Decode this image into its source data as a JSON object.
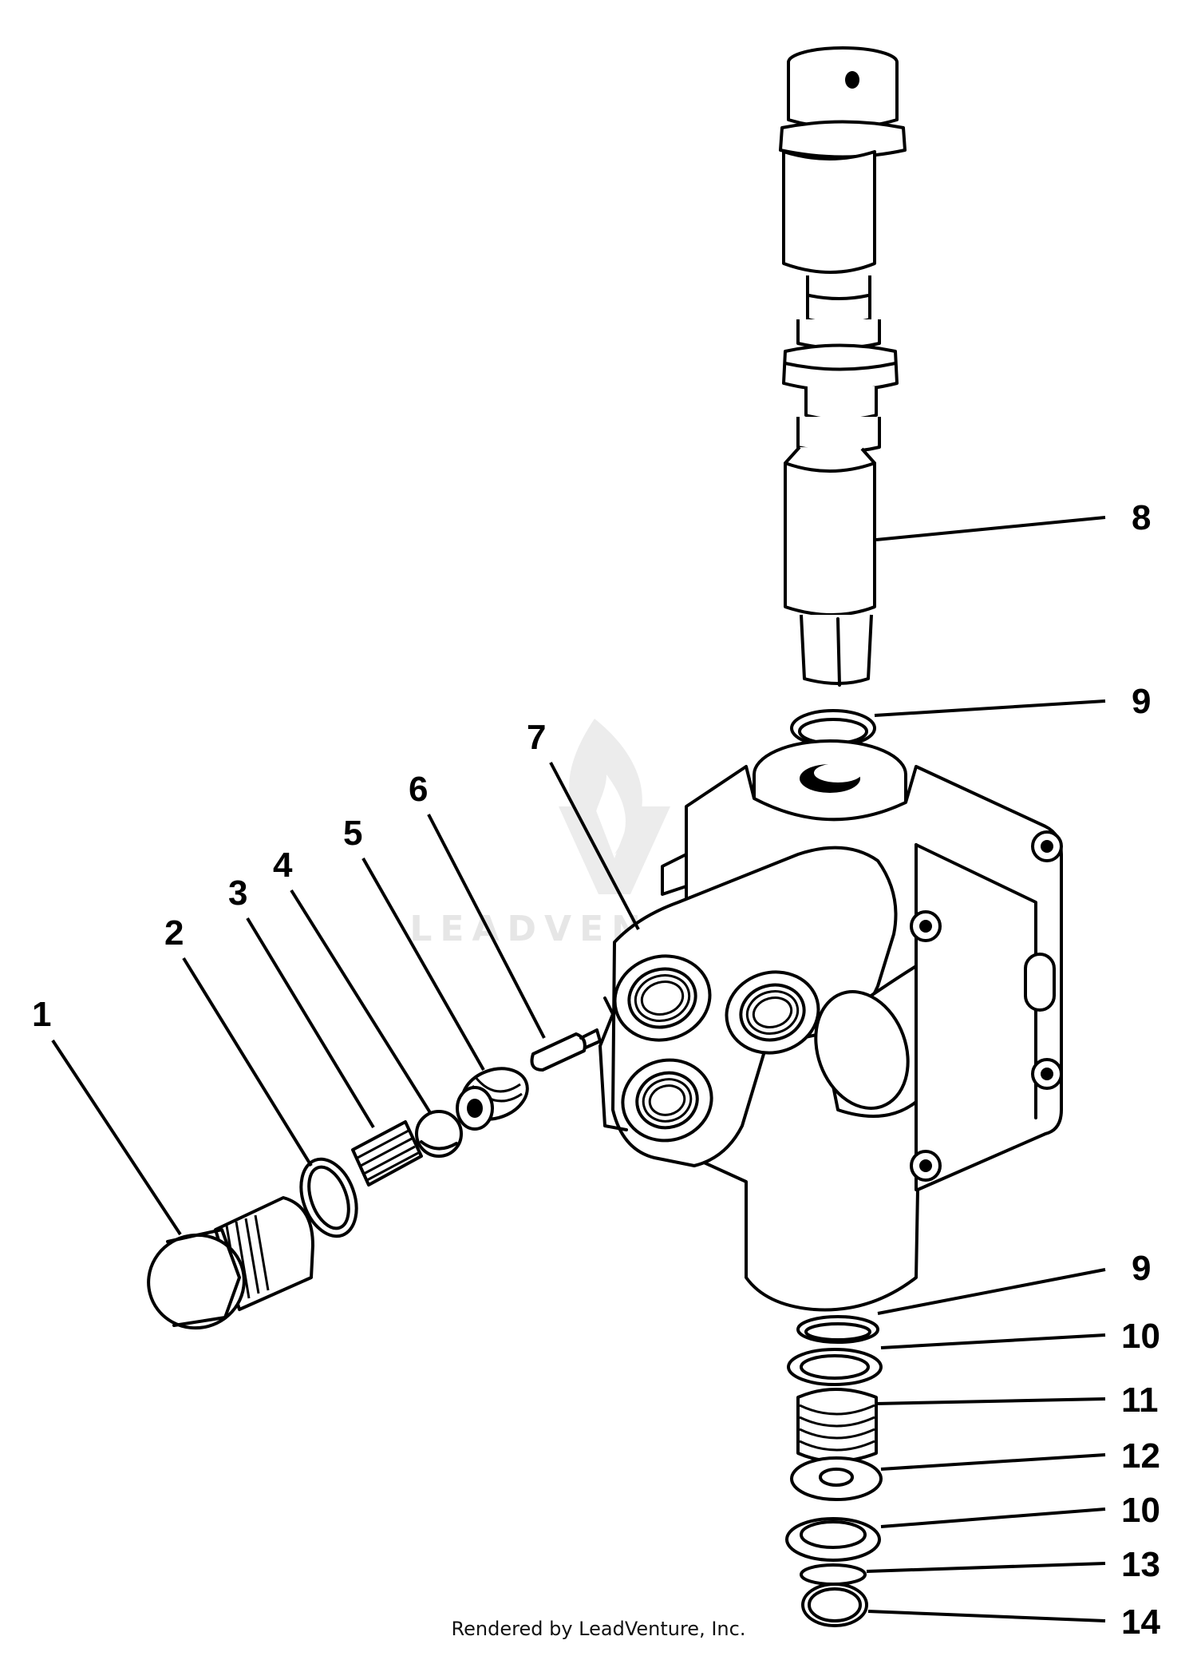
{
  "watermark": {
    "text": "LEADVENTURE"
  },
  "footer": {
    "credit": "Rendered by LeadVenture, Inc."
  },
  "callouts": [
    {
      "id": "1",
      "label": "1"
    },
    {
      "id": "2",
      "label": "2"
    },
    {
      "id": "3",
      "label": "3"
    },
    {
      "id": "4",
      "label": "4"
    },
    {
      "id": "5",
      "label": "5"
    },
    {
      "id": "6",
      "label": "6"
    },
    {
      "id": "7",
      "label": "7"
    },
    {
      "id": "8",
      "label": "8"
    },
    {
      "id": "9a",
      "label": "9"
    },
    {
      "id": "9b",
      "label": "9"
    },
    {
      "id": "10a",
      "label": "10"
    },
    {
      "id": "11",
      "label": "11"
    },
    {
      "id": "12",
      "label": "12"
    },
    {
      "id": "10b",
      "label": "10"
    },
    {
      "id": "13",
      "label": "13"
    },
    {
      "id": "14",
      "label": "14"
    }
  ],
  "colors": {
    "ink": "#000000",
    "paper": "#ffffff",
    "watermark": "#e6e6e6"
  }
}
